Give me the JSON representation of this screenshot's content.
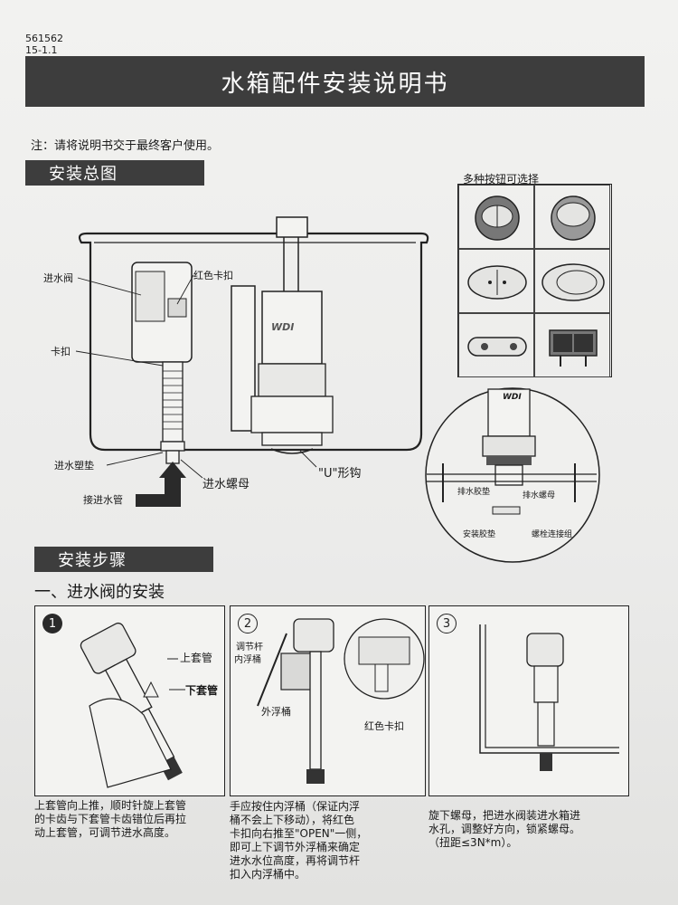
{
  "doc": {
    "code_line1": "561562",
    "code_line2": "15-1.1",
    "title": "水箱配件安装说明书",
    "note": "注：请将说明书交于最终客户使用。"
  },
  "overview": {
    "heading": "安装总图",
    "labels": {
      "inlet_valve": "进水阀",
      "red_clip": "红色卡扣",
      "clip": "卡扣",
      "brand": "WDI",
      "inlet_gasket": "进水塑垫",
      "inlet_nut": "进水螺母",
      "inlet_pipe": "接进水管",
      "u_hook": "\"U\"形钩"
    }
  },
  "buttons": {
    "title": "多种按钮可选择"
  },
  "drain_detail": {
    "brand": "WDI",
    "drain_gasket": "排水胶垫",
    "drain_nut": "排水螺母",
    "install_gasket": "安装胶垫",
    "bolt_group": "螺栓连接组"
  },
  "steps": {
    "heading": "安装步骤",
    "sub_heading": "一、进水阀的安装",
    "step1": {
      "num": "1",
      "upper_sleeve": "上套管",
      "lower_sleeve": "下套管",
      "desc_line1": "上套管向上推，顺时针旋上套管",
      "desc_line2": "的卡齿与下套管卡齿错位后再拉",
      "desc_line3": "动上套管，可调节进水高度。"
    },
    "step2": {
      "num": "2",
      "adjust_rod": "调节杆",
      "inner_float": "内浮桶",
      "outer_float": "外浮桶",
      "red_clip": "红色卡扣",
      "desc_line1": "手应按住内浮桶（保证内浮",
      "desc_line2": "桶不会上下移动），将红色",
      "desc_line3": "卡扣向右推至\"OPEN\"一侧，",
      "desc_line4": "即可上下调节外浮桶来确定",
      "desc_line5": "进水水位高度，再将调节杆",
      "desc_line6": "扣入内浮桶中。"
    },
    "step3": {
      "num": "3",
      "desc_line1": "旋下螺母，把进水阀装进水箱进",
      "desc_line2": "水孔，调整好方向，锁紧螺母。",
      "desc_line3": "（扭距≤3N*m）。"
    }
  }
}
